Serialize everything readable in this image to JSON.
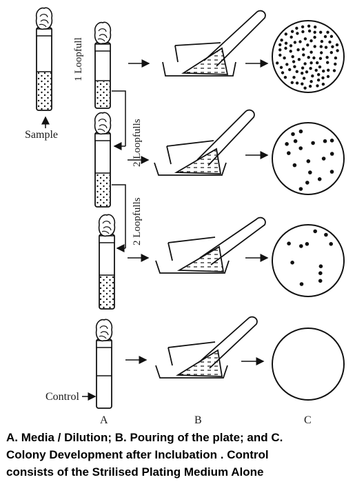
{
  "labels": {
    "sample": "Sample",
    "loop1": "1 Loopfull",
    "loop2a": "2 Loopfulls",
    "loop2b": "2 Loopfulls",
    "control": "Control",
    "col_a": "A",
    "col_b": "B",
    "col_c": "C"
  },
  "caption": {
    "line1": "A. Media / Dilution; B. Pouring of the plate; and C.",
    "line2": "Colony Development after Inclubation . Control",
    "line3": "consists of the Strilised Plating Medium Alone"
  },
  "rows": [
    {
      "name": "dilution-row-1",
      "colony_density": "high"
    },
    {
      "name": "dilution-row-2",
      "colony_density": "medium"
    },
    {
      "name": "dilution-row-3",
      "colony_density": "low"
    },
    {
      "name": "control-row",
      "colony_density": "none"
    }
  ]
}
